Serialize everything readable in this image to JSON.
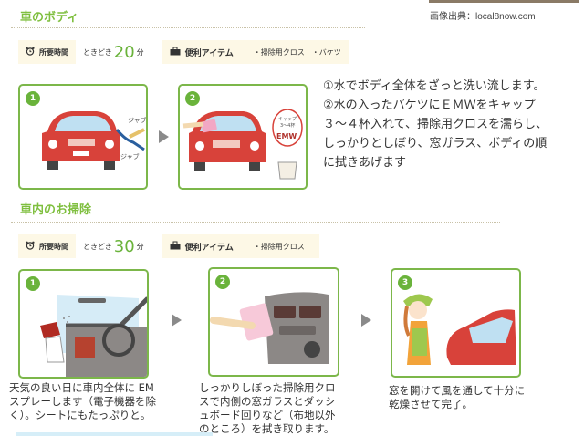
{
  "credit": "画像出典：local8now.com",
  "body_section": {
    "title": "車のボディ",
    "time_label": "所要時間",
    "frequency": "ときどき",
    "minutes": "20",
    "minutes_unit": "分",
    "items_label": "便利アイテム",
    "items": [
      "・掃除用クロス",
      "・バケツ"
    ],
    "steps": [
      {
        "number": "1",
        "illustration": "car-washing-with-hose",
        "sfx": [
          "ジャブ",
          "ジャブ"
        ]
      },
      {
        "number": "2",
        "illustration": "car-wiping-with-cloth",
        "bubble": [
          "キャップ",
          "3〜4杯",
          "EMW"
        ]
      }
    ],
    "description": [
      "①水でボディ全体をざっと洗い流します。",
      "②水の入ったバケツにＥＭＷをキャップ",
      "３〜４杯入れて、掃除用クロスを濡らし、",
      "しっかりとしぼり、窓ガラス、ボディの順",
      "に拭きあげます"
    ]
  },
  "interior_section": {
    "title": "車内のお掃除",
    "time_label": "所要時間",
    "frequency": "ときどき",
    "minutes": "30",
    "minutes_unit": "分",
    "items_label": "便利アイテム",
    "items": [
      "・掃除用クロス"
    ],
    "steps": [
      {
        "number": "1",
        "illustration": "spraying-car-interior",
        "caption": [
          "天気の良い日に車内全体に EM",
          "スプレーします（電子機器を除",
          "く）。シートにもたっぷりと。"
        ]
      },
      {
        "number": "2",
        "illustration": "wiping-dashboard",
        "caption": [
          "しっかりしぼった掃除用クロ",
          "スで内側の窓ガラスとダッシ",
          "ュボード回りなど（布地以外",
          "のところ）を拭き取ります。"
        ]
      },
      {
        "number": "3",
        "illustration": "woman-opening-car-door",
        "caption": [
          "窓を開けて風を通して十分に",
          "乾燥させて完了。"
        ]
      }
    ]
  },
  "colors": {
    "accent_green": "#7cb74a",
    "title_green": "#7fbf3f",
    "car_red": "#d8423a",
    "chip_bg": "#fdf8e6"
  }
}
